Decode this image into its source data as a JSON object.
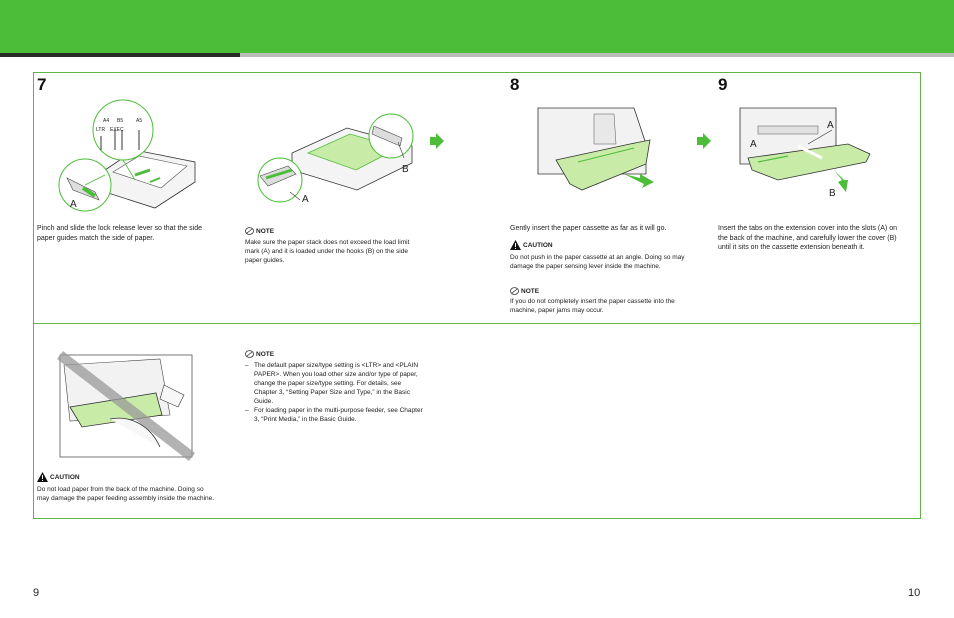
{
  "colors": {
    "brand_green": "#4cbd38",
    "frame_green": "#5fb548",
    "tray_green": "#c9eba8"
  },
  "steps": [
    {
      "number": "7",
      "text": "Pinch and slide the lock release lever so that the side paper guides match the side of paper."
    },
    {
      "number": "8",
      "text": "Gently insert the paper cassette as far as it will go."
    },
    {
      "number": "9",
      "text": "Insert the tabs on the extension cover into the slots (A) on the back of the machine, and carefully lower the cover (B) until it sits on the cassette extension beneath it."
    }
  ],
  "step7": {
    "callout_labels": [
      "A4",
      "B5",
      "A5",
      "LTR",
      "EXEC"
    ],
    "label_a": "A",
    "note": {
      "heading": "NOTE",
      "text": "Make sure the paper stack does not exceed the load limit mark (A) and it is loaded under the hooks (B) on the side paper guides."
    },
    "label_b2": "B",
    "label_a2": "A"
  },
  "step8": {
    "caution": {
      "heading": "CAUTION",
      "text": "Do not push in the paper cassette at an angle. Doing so may damage the paper sensing lever inside the machine."
    },
    "note": {
      "heading": "NOTE",
      "text": "If you do not completely insert the paper cassette into the machine, paper jams may occur."
    }
  },
  "step9": {
    "label_a_right": "A",
    "label_a_left": "A",
    "label_b": "B"
  },
  "bottom": {
    "caution": {
      "heading": "CAUTION",
      "text": "Do not load paper from the back of the machine. Doing so may damage the paper feeding assembly inside the machine."
    },
    "note": {
      "heading": "NOTE",
      "items": [
        "The default paper size/type setting is <LTR> and <PLAIN PAPER>. When you load other size and/or type of paper, change the paper size/type setting. For details, see Chapter 3, “Setting Paper Size and Type,” in the Basic Guide.",
        "For loading paper in the multi-purpose feeder, see Chapter 3, “Print Media,” in the Basic Guide."
      ]
    }
  },
  "page_numbers": {
    "left": "9",
    "right": "10"
  }
}
